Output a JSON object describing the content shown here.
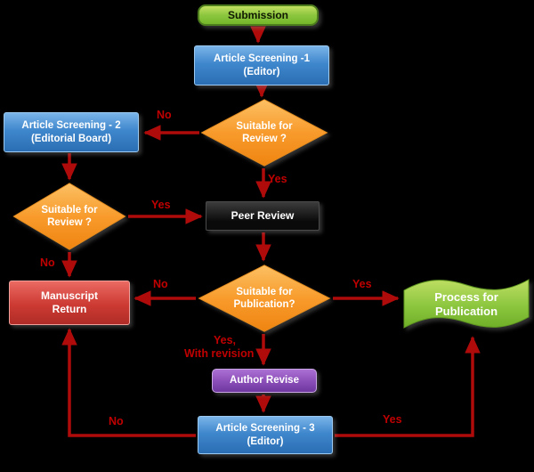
{
  "title": "Manuscript Submission Workflow Flowchart",
  "colors": {
    "background": "#000000",
    "arrow": "#b00b0b",
    "edge_label": "#c00000",
    "green_box": "#8cc63f",
    "blue_box": "#3f87cc",
    "orange_diamond": "#f89b2c",
    "black_box": "#0a0a0a",
    "red_box": "#cc3a33",
    "purple_box": "#8a4db8",
    "green_wave": "#8cc63f"
  },
  "nodes": {
    "submission": {
      "label": "Submission"
    },
    "screening1": {
      "line1": "Article Screening -1",
      "line2": "(Editor)"
    },
    "suitable_review_1": {
      "line1": "Suitable for",
      "line2": "Review ?"
    },
    "screening2": {
      "line1": "Article Screening - 2",
      "line2": "(Editorial Board)"
    },
    "suitable_review_2": {
      "line1": "Suitable for",
      "line2": "Review ?"
    },
    "peer_review": {
      "label": "Peer Review"
    },
    "manuscript_return": {
      "line1": "Manuscript",
      "line2": "Return"
    },
    "suitable_publication": {
      "line1": "Suitable for",
      "line2": "Publication?"
    },
    "process_publication": {
      "line1": "Process for",
      "line2": "Publication"
    },
    "author_revise": {
      "label": "Author Revise"
    },
    "screening3": {
      "line1": "Article Screening - 3",
      "line2": "(Editor)"
    }
  },
  "edge_labels": {
    "d1_no": "No",
    "d1_yes": "Yes",
    "d2_yes": "Yes",
    "d2_no": "No",
    "d3_no": "No",
    "d3_yes": "Yes",
    "d3_revision_line1": "Yes,",
    "d3_revision_line2": "With revision",
    "s3_no": "No",
    "s3_yes": "Yes"
  }
}
